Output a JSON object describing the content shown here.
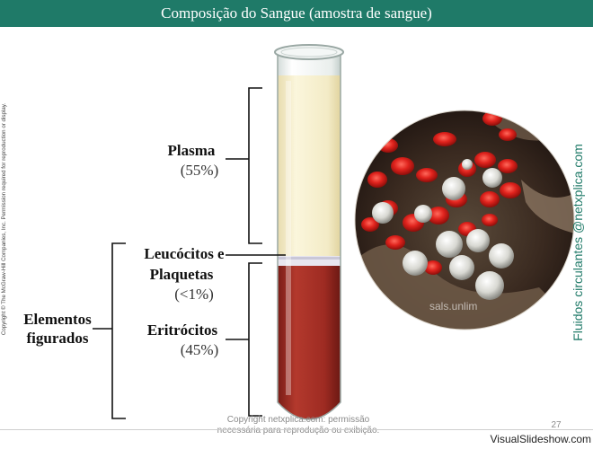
{
  "title": "Composição do Sangue (amostra de sangue)",
  "labels": {
    "plasma": "Plasma",
    "plasma_pct": "(55%)",
    "leucocitos_line1": "Leucócitos e",
    "leucocitos_line2": "Plaquetas",
    "leucocitos_pct": "(<1%)",
    "eritrocitos": "Eritrócitos",
    "eritrocitos_pct": "(45%)",
    "elementos_line1": "Elementos",
    "elementos_line2": "figurados"
  },
  "side_title": "Fluidos circulantes @netxplica.com",
  "copyright_side": "Copyright © The McGraw-Hill Companies, Inc. Permission required for reproduction or display.",
  "watermark_line1": "Copyright netxplica.com: permissão",
  "watermark_line2": "necessária para reprodução ou exibição.",
  "page_number": "27",
  "footer_brand": "VisualSlideshow.com",
  "photo_overlay_text": "sals.unlim",
  "colors": {
    "title_bar": "#1f7a68",
    "plasma": "#f3ebc6",
    "erythrocytes": "#9e2b22",
    "buffy_coat": "#e8e6ef"
  }
}
